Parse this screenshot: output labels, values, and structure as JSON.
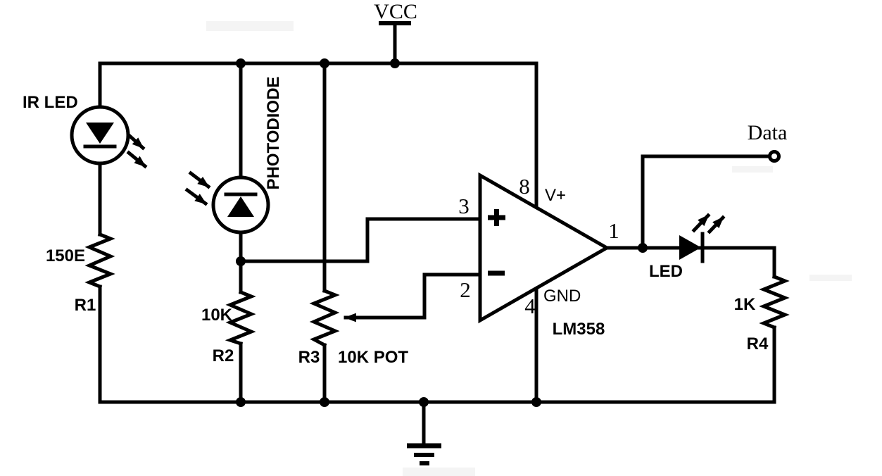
{
  "colors": {
    "background": "#ffffff",
    "line": "#000000"
  },
  "power": {
    "vcc": "VCC"
  },
  "output": {
    "data_terminal": "Data"
  },
  "ir_led": {
    "label": "IR LED"
  },
  "photodiode": {
    "label": "PHOTODIODE"
  },
  "resistors": {
    "r1": {
      "value": "150E",
      "ref": "R1"
    },
    "r2": {
      "value": "10K",
      "ref": "R2"
    },
    "r3": {
      "value": "10K POT",
      "ref": "R3"
    },
    "r4": {
      "value": "1K",
      "ref": "R4"
    }
  },
  "opamp": {
    "part": "LM358",
    "pin_noninv": "3",
    "pin_inv": "2",
    "pin_vplus": "8",
    "pin_gnd": "4",
    "pin_output": "1",
    "vplus_label": "V+",
    "gnd_label": "GND"
  },
  "indicator_led": {
    "label": "LED"
  }
}
